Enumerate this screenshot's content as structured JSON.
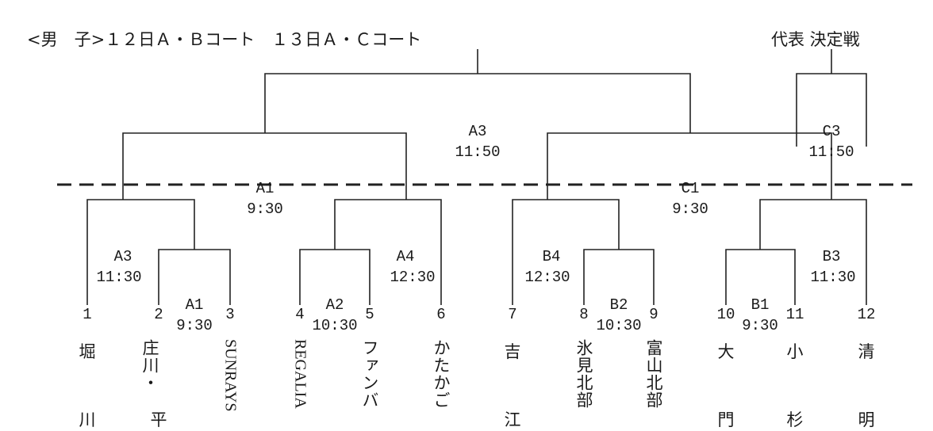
{
  "header": {
    "title": "<男　子>１２日Ａ・Ｂコート　１３日Ａ・Ｃコート",
    "playoff": "代表 決定戦"
  },
  "teams": [
    {
      "no": "1",
      "name": "堀川",
      "style": "split2"
    },
    {
      "no": "2",
      "name": "庄川・平",
      "style": "split_pair",
      "top": "庄川・",
      "bottom": "平"
    },
    {
      "no": "3",
      "name": "SUNRAYS",
      "style": "rotated"
    },
    {
      "no": "4",
      "name": "REGALIA",
      "style": "rotated"
    },
    {
      "no": "5",
      "name": "ファンバ",
      "style": "vertical"
    },
    {
      "no": "6",
      "name": "かたかご",
      "style": "vertical"
    },
    {
      "no": "7",
      "name": "吉江",
      "style": "split2"
    },
    {
      "no": "8",
      "name": "氷見北部",
      "style": "vertical"
    },
    {
      "no": "9",
      "name": "富山北部",
      "style": "vertical"
    },
    {
      "no": "10",
      "name": "大門",
      "style": "split2"
    },
    {
      "no": "11",
      "name": "小杉",
      "style": "split2"
    },
    {
      "no": "12",
      "name": "清明",
      "style": "split2"
    }
  ],
  "matches": [
    {
      "court": "A1",
      "time": "9:30"
    },
    {
      "court": "A3",
      "time": "11:30"
    },
    {
      "court": "A2",
      "time": "10:30"
    },
    {
      "court": "A4",
      "time": "12:30"
    },
    {
      "court": "B2",
      "time": "10:30"
    },
    {
      "court": "B4",
      "time": "12:30"
    },
    {
      "court": "B1",
      "time": "9:30"
    },
    {
      "court": "B3",
      "time": "11:30"
    },
    {
      "court": "A1",
      "time": "9:30"
    },
    {
      "court": "C1",
      "time": "9:30"
    },
    {
      "court": "A3",
      "time": "11:50"
    },
    {
      "court": "C3",
      "time": "11:50"
    }
  ]
}
